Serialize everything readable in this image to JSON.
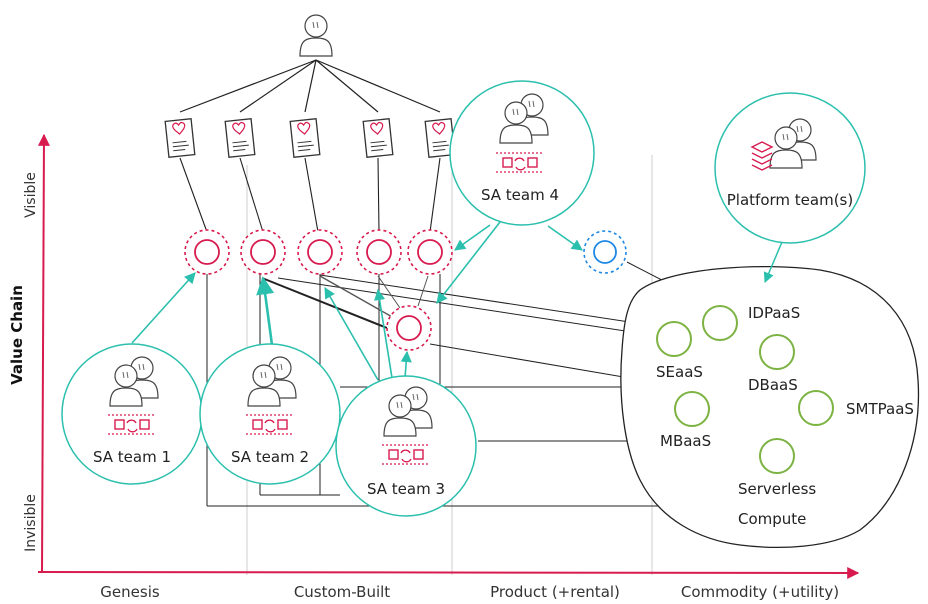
{
  "axes": {
    "y_title": "Value Chain",
    "y_top": "Visible",
    "y_bottom": "Invisible",
    "x_stages": [
      "Genesis",
      "Custom-Built",
      "Product (+rental)",
      "Commodity (+utility)"
    ]
  },
  "teams": {
    "sa1": "SA team 1",
    "sa2": "SA team 2",
    "sa3": "SA team 3",
    "sa4": "SA team 4",
    "platform": "Platform team(s)"
  },
  "services": {
    "idpaas": "IDPaaS",
    "seaas": "SEaaS",
    "dbaas": "DBaaS",
    "smtpaas": "SMTPaaS",
    "mbaas": "MBaaS",
    "serverless": "Serverless",
    "compute": "Compute"
  },
  "colors": {
    "team_ring": "#2bbfad",
    "arrow": "#2bbfad",
    "component": "#d81b4f",
    "platform_component": "#7cb342",
    "new_component": "#1e88e5",
    "axis": "#d81b4f"
  }
}
